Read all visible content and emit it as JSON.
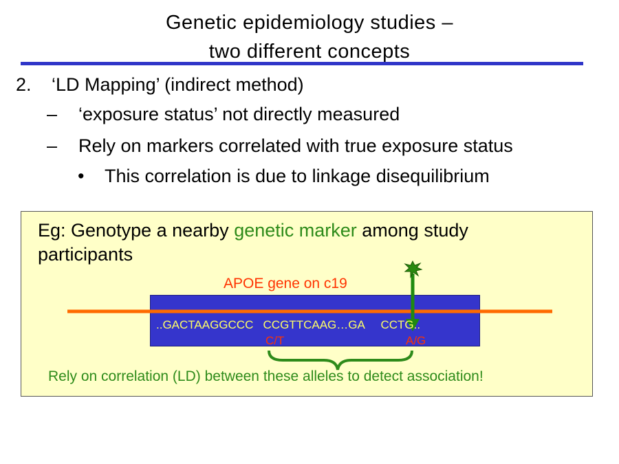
{
  "title": {
    "line1": "Genetic epidemiology studies –",
    "line2": "two different concepts"
  },
  "outline": {
    "item_number": "2.",
    "item_text": "‘LD Mapping’ (indirect method)",
    "sub1_dash": "–",
    "sub1_text": "‘exposure status’ not directly measured",
    "sub2_dash": "–",
    "sub2_text": "Rely on markers correlated with true exposure status",
    "bullet": "•",
    "sub3_text": "This correlation is due to linkage disequilibrium"
  },
  "example": {
    "prefix": "Eg: Genotype a nearby ",
    "highlight": "genetic marker",
    "suffix": " among study participants",
    "gene_label": "APOE gene on c19",
    "sequence": "..GACTAAGGCCC   CCGTTCAAG…GA     CCTG..",
    "allele1": "C/T",
    "allele2": "A/G",
    "conclusion": "Rely on correlation (LD) between these alleles to detect association!"
  },
  "colors": {
    "rule": "#2f35c8",
    "box_bg": "#ffffc8",
    "sequence_box": "#3535cc",
    "chromosome_line": "#ff6a00",
    "green": "#2e8b1a",
    "red_text": "#ff3300",
    "sequence_text": "#ffff66"
  },
  "icons": {
    "marker": "star-burst-icon",
    "arrow": "down-arrow-icon",
    "brace": "curly-brace-icon"
  }
}
